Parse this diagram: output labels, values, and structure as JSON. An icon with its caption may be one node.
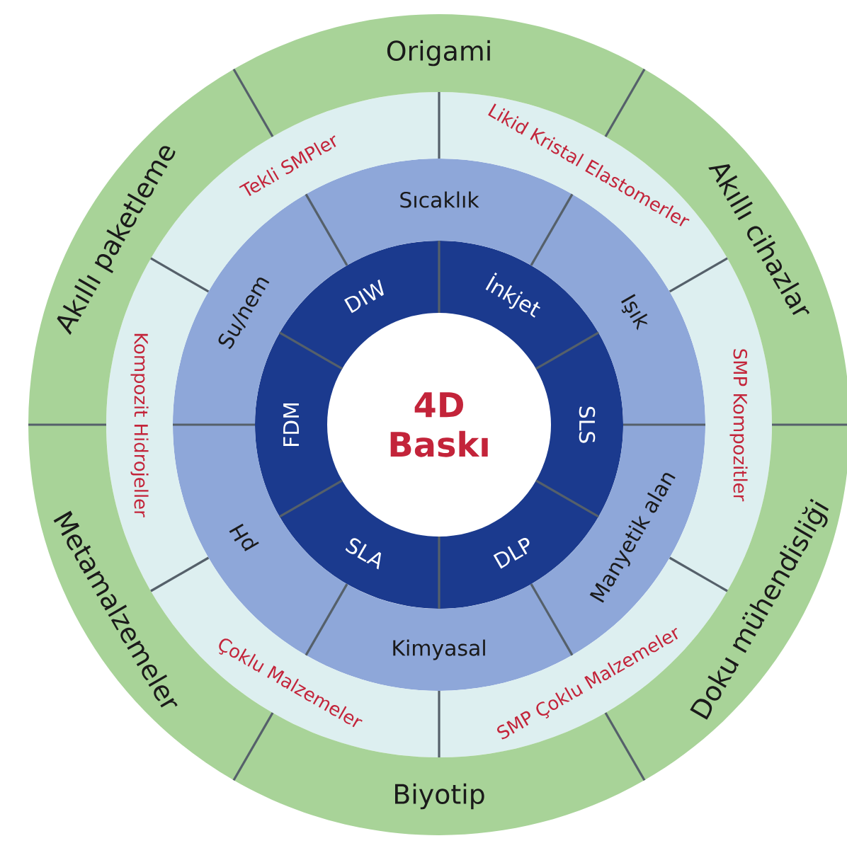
{
  "diagram": {
    "nodes": [
      {
        "text": [
          "4D Baskı"
        ]
      },
      {
        "text": [
          "DIW"
        ]
      },
      {
        "text": [
          "İnkjet"
        ]
      },
      {
        "text": [
          "FDM"
        ]
      },
      {
        "text": [
          "SLS"
        ]
      },
      {
        "text": [
          "SLA"
        ]
      },
      {
        "text": [
          "DLP"
        ]
      },
      {
        "text": [
          "Sıcaklık"
        ]
      },
      {
        "text": [
          "Su/nem"
        ]
      },
      {
        "text": [
          "Işık"
        ]
      },
      {
        "text": [
          "pH"
        ]
      },
      {
        "text": [
          "Manyetik alan"
        ]
      },
      {
        "text": [
          "Kimyasal"
        ]
      },
      {
        "text": [
          "Tekli SMPler"
        ]
      },
      {
        "text": [
          "Likid Kristal Elastomerler"
        ]
      },
      {
        "text": [
          "Kompozit Hidrojeller"
        ]
      },
      {
        "text": [
          "SMP Kompozitler"
        ]
      },
      {
        "text": [
          "Çoklu Malzemeler"
        ]
      },
      {
        "text": [
          "SMP Çoklu Malzemeler"
        ]
      },
      {
        "text": [
          "Origami"
        ]
      },
      {
        "text": [
          "Akıllı paketleme"
        ]
      },
      {
        "text": [
          "Akıllı cihazlar"
        ]
      },
      {
        "text": [
          "Metamalzemeler"
        ]
      },
      {
        "text": [
          "Doku mühendisliği"
        ]
      },
      {
        "text": [
          "Biyotip"
        ]
      }
    ]
  }
}
